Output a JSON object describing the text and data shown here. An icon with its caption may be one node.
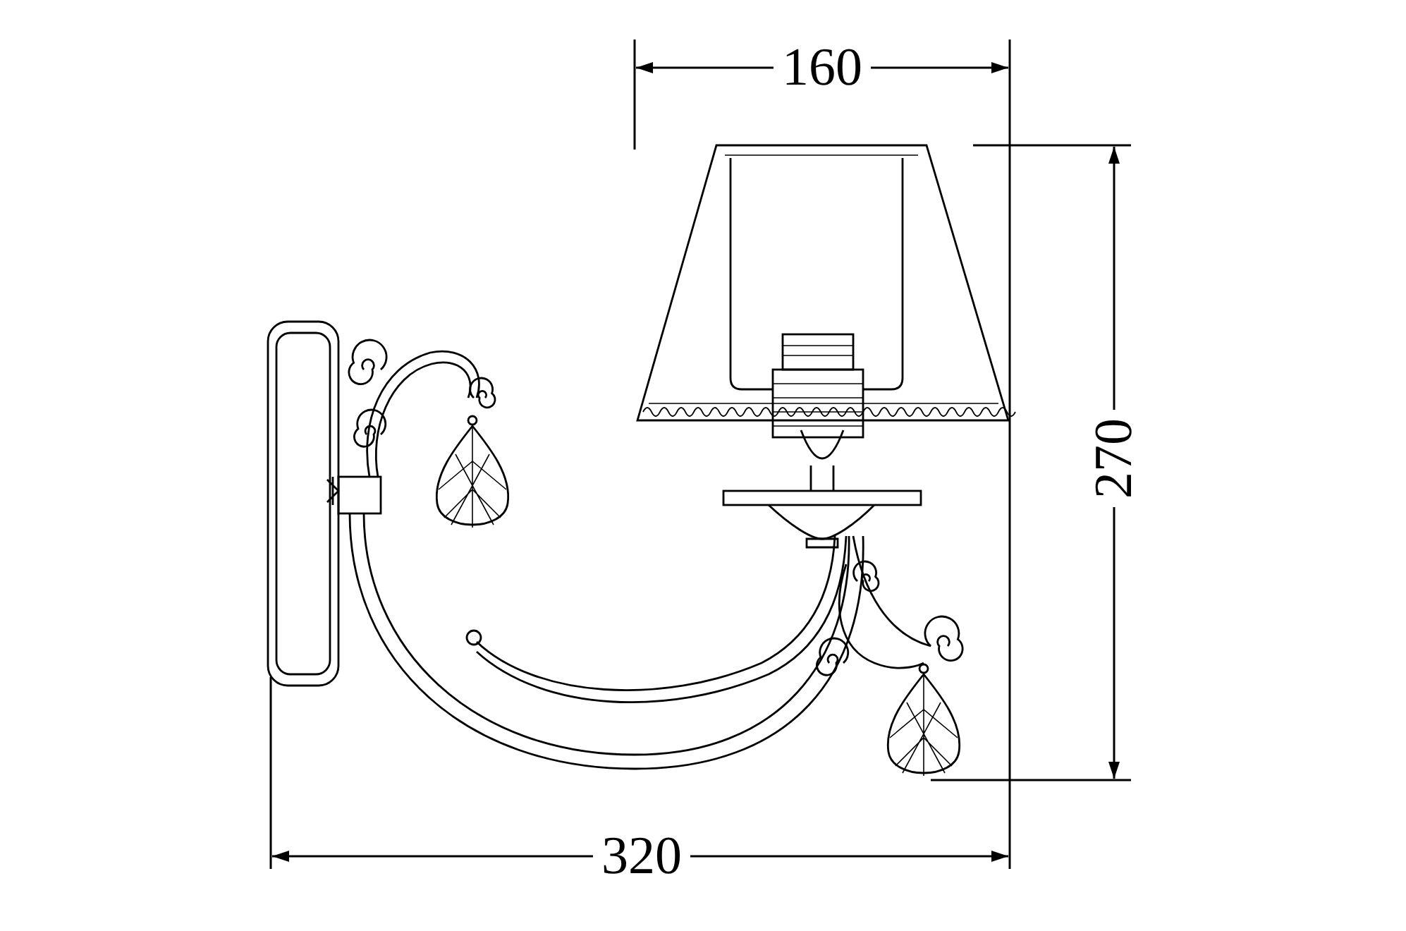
{
  "diagram": {
    "labels": [
      "160",
      "270",
      "320"
    ]
  }
}
